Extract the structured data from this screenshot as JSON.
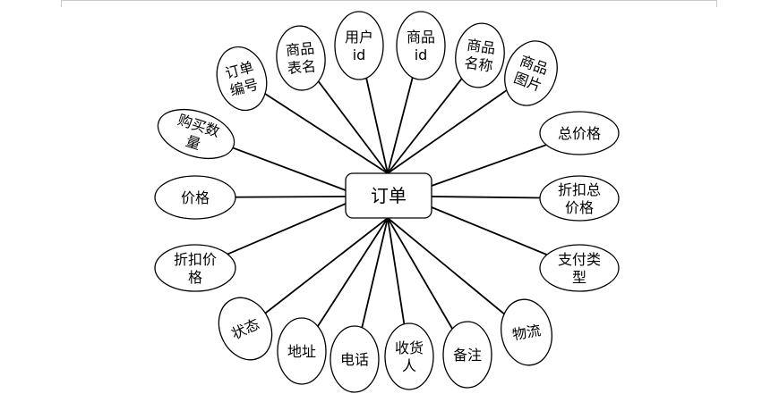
{
  "diagram": {
    "entity": "订单",
    "attributes": [
      {
        "id": "order-number",
        "lines": [
          "订单",
          "编号"
        ]
      },
      {
        "id": "product-table-name",
        "lines": [
          "商品",
          "表名"
        ]
      },
      {
        "id": "user-id",
        "lines": [
          "用户",
          "id"
        ]
      },
      {
        "id": "product-id",
        "lines": [
          "商品",
          "id"
        ]
      },
      {
        "id": "product-name",
        "lines": [
          "商品",
          "名称"
        ]
      },
      {
        "id": "product-image",
        "lines": [
          "商品",
          "图片"
        ]
      },
      {
        "id": "purchase-quantity",
        "lines": [
          "购买数",
          "量"
        ]
      },
      {
        "id": "price",
        "lines": [
          "价格"
        ]
      },
      {
        "id": "discount-price",
        "lines": [
          "折扣价",
          "格"
        ]
      },
      {
        "id": "status",
        "lines": [
          "状态"
        ]
      },
      {
        "id": "address",
        "lines": [
          "地址"
        ]
      },
      {
        "id": "phone",
        "lines": [
          "电话"
        ]
      },
      {
        "id": "recipient",
        "lines": [
          "收货",
          "人"
        ]
      },
      {
        "id": "remarks",
        "lines": [
          "备注"
        ]
      },
      {
        "id": "logistics",
        "lines": [
          "物流"
        ]
      },
      {
        "id": "total-price",
        "lines": [
          "总价格"
        ]
      },
      {
        "id": "discount-total-price",
        "lines": [
          "折扣总",
          "价格"
        ]
      },
      {
        "id": "payment-type",
        "lines": [
          "支付类",
          "型"
        ]
      }
    ]
  }
}
